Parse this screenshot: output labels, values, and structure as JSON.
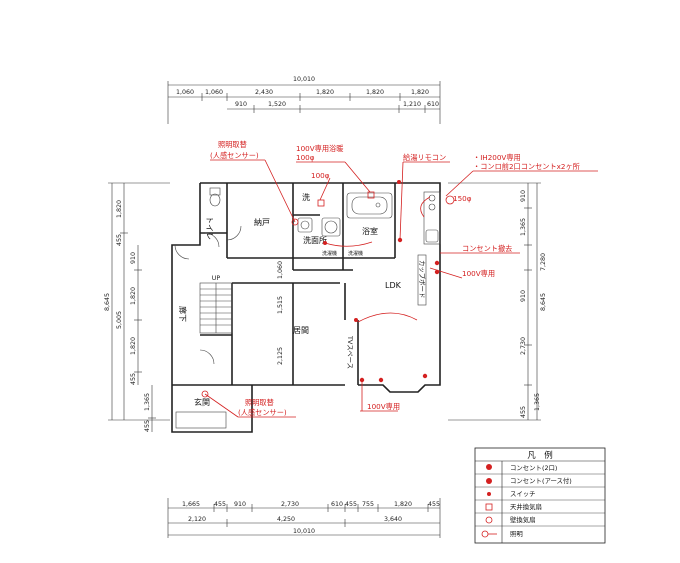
{
  "dims": {
    "top_total": "10,010",
    "top_row1": [
      "1,060",
      "1,060",
      "2,430",
      "1,820",
      "1,820",
      "1,820"
    ],
    "top_row2": [
      "910",
      "1,520",
      "1,210",
      "610"
    ],
    "left_row1": [
      "1,820",
      "455"
    ],
    "left_total": "8,645",
    "left_row2": [
      "910",
      "1,820",
      "1,820",
      "455"
    ],
    "left_total2": "5,005",
    "left_bottom": [
      "1,365",
      "455"
    ],
    "right_row1": [
      "910",
      "1,365",
      "910",
      "2,730",
      "455",
      "1,365"
    ],
    "right_total": "8,645",
    "right_mid": "7,280",
    "bottom_row1": [
      "1,665",
      "455",
      "910",
      "2,730",
      "610",
      "455",
      "755",
      "1,820",
      "455"
    ],
    "bottom_row2": [
      "2,120",
      "4,250",
      "3,640"
    ],
    "bottom_total": "10,010",
    "inner": [
      "1,060",
      "1,515",
      "2,125"
    ]
  },
  "rooms": {
    "toilet": "トイレ",
    "storage": "納戸",
    "wash": "洗",
    "washroom": "洗面所",
    "bath": "浴室",
    "ldk": "LDK",
    "hall": "廊下",
    "living": "居間",
    "entrance": "玄関",
    "up": "UP",
    "tv": "TVスペース",
    "cupboard": "カップボード",
    "washer": "洗濯機",
    "washer2": "洗濯機"
  },
  "notes": {
    "light_switch_top": [
      "照明取替",
      "(人感センサー)"
    ],
    "bath_dryer": [
      "100V専用浴暖",
      "100φ"
    ],
    "vent_100": "100φ",
    "water_remote": "給湯リモコン",
    "ih_lines": [
      "・IH200V専用",
      "・コンロ前2口コンセントx2ヶ所"
    ],
    "vent_150": "150φ",
    "outlet_remove": "コンセント撤去",
    "v100_right": "100V専用",
    "v100_bottom": "100V専用",
    "light_switch_bottom": [
      "照明取替",
      "(人感センサー)"
    ]
  },
  "legend": {
    "title": "凡　例",
    "items": [
      "コンセント(2口)",
      "コンセント(アース付)",
      "スイッチ",
      "天井換気扇",
      "壁換気扇",
      "照明"
    ]
  },
  "colors": {
    "annotation": "#d42020",
    "line": "#222222"
  }
}
